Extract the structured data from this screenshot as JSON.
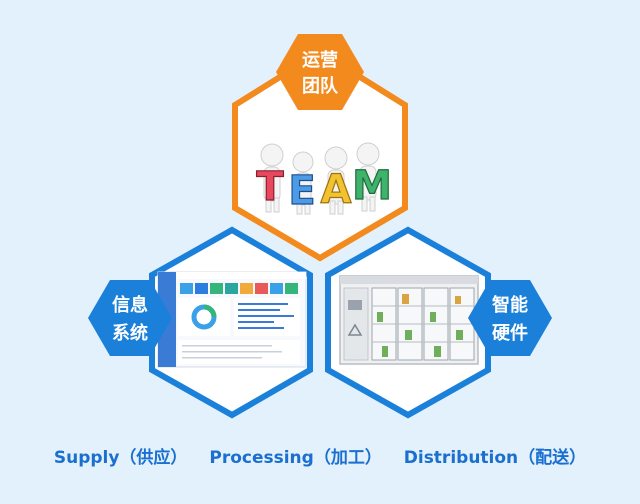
{
  "nodes": {
    "top": {
      "line1": "运营",
      "line2": "团队",
      "color": "#f28a1e"
    },
    "left": {
      "line1": "信息",
      "line2": "系统",
      "color": "#1a80d9"
    },
    "right": {
      "line1": "智能",
      "line2": "硬件",
      "color": "#1a80d9"
    }
  },
  "team_word": "TEAM",
  "captions": {
    "supply": "Supply（供应）",
    "processing": "Processing（加工）",
    "distribution": "Distribution（配送）",
    "color": "#1a6fcf"
  },
  "colors": {
    "background": "#e3f1fc",
    "team_letters": [
      "#e8485e",
      "#4c9be8",
      "#f2c230",
      "#3fb36b"
    ]
  }
}
